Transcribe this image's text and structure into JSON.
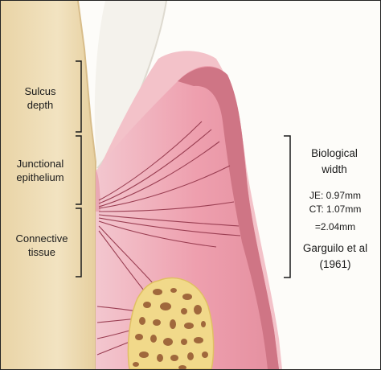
{
  "labels": {
    "sulcus": [
      "Sulcus",
      "depth"
    ],
    "junctional": [
      "Junctional",
      "epithelium"
    ],
    "connective": [
      "Connective",
      "tissue"
    ]
  },
  "biological_width": {
    "title": [
      "Biological",
      "width"
    ],
    "je": "JE: 0.97mm",
    "ct": "CT: 1.07mm",
    "total": "=2.04mm",
    "citation": [
      "Garguilo et al",
      "(1961)"
    ]
  },
  "colors": {
    "root": "#f0dfb8",
    "enamel": "#f4f2ec",
    "gingiva_pink": "#ee9fae",
    "gingiva_rim": "#c96a7a",
    "bone": "#f1d98a",
    "bone_holes": "#a0683c",
    "fibers": "#9a3e52"
  }
}
